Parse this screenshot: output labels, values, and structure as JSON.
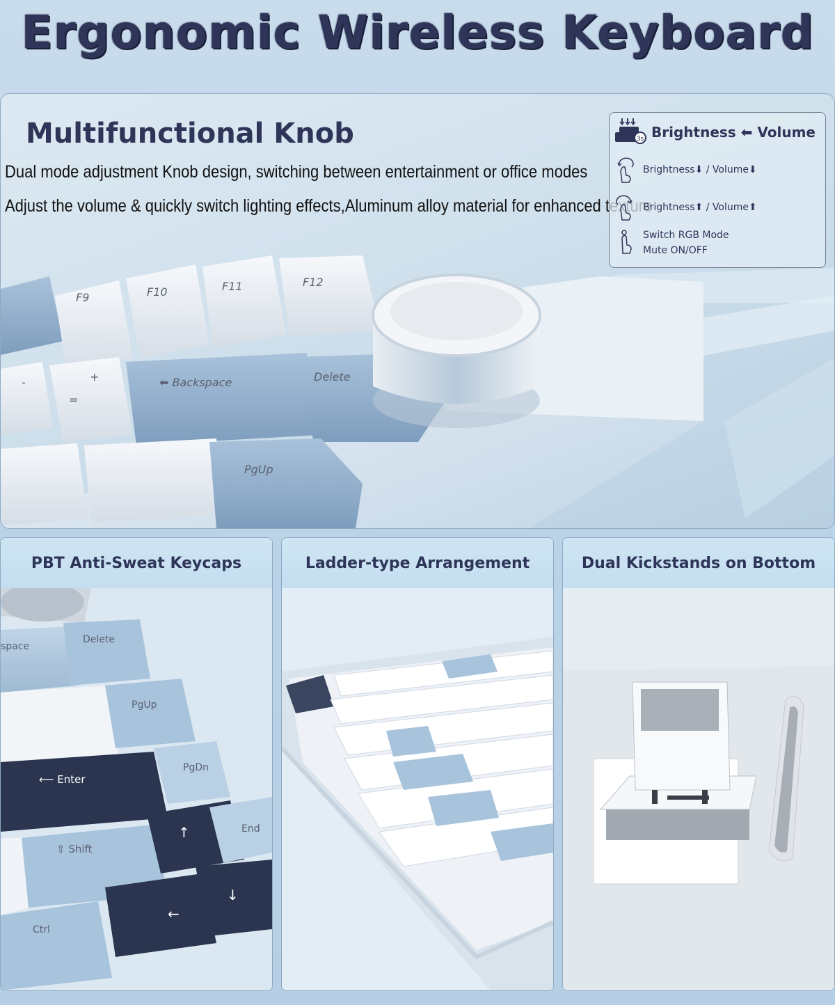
{
  "header": {
    "title": "Ergonomic Wireless Keyboard"
  },
  "hero": {
    "title": "Multifunctional Knob",
    "desc_line1": "Dual mode adjustment Knob design, switching between entertainment or office modes",
    "desc_line2": "Adjust the volume & quickly switch lighting effects,Aluminum alloy material for enhanced texture",
    "legend": {
      "head_badge": "3s",
      "head_label": "Brightness ⬅ Volume",
      "rows": [
        {
          "icon": "rotate-left-hand-icon",
          "label": "Brightness⬇ / Volume⬇"
        },
        {
          "icon": "rotate-right-hand-icon",
          "label": "Brightness⬆ / Volume⬆"
        },
        {
          "icon": "press-hand-icon",
          "label_a": "Switch RGB Mode",
          "label_b": "Mute ON/OFF"
        }
      ]
    },
    "keycaps": [
      "F9",
      "F10",
      "F11",
      "F12",
      "Backspace",
      "Delete",
      "PgUp",
      "-",
      "+",
      "="
    ]
  },
  "panels": [
    {
      "title": "PBT Anti-Sweat Keycaps",
      "keycaps": [
        "space",
        "Delete",
        "PgUp",
        "PgDn",
        "Enter",
        "Shift",
        "End",
        "Ctrl"
      ]
    },
    {
      "title": "Ladder-type Arrangement"
    },
    {
      "title": "Dual Kickstands on Bottom"
    }
  ],
  "colors": {
    "title": "#2e3558",
    "accent_blue": "#9ebcd9",
    "dark_key": "#2b3550",
    "panel_caption": "#c4def0"
  }
}
